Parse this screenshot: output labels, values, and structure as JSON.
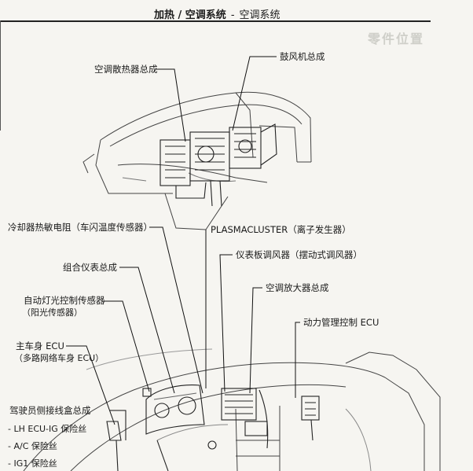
{
  "header": {
    "title": "加热 / 空调系统",
    "separator": "-",
    "subtitle": "空调系统"
  },
  "bleed_through": {
    "title": "零件位置"
  },
  "labels": {
    "evaporator": "空调散热器总成",
    "blower": "鼓风机总成",
    "cooler_thermistor": "冷却器热敏电阻（车闪温度传感器）",
    "plasmacluster": "PLASMACLUSTER（离子发生器）",
    "instrument_register": "仪表板调风器（摆动式调风器）",
    "combination_meter": "组合仪表总成",
    "ac_amplifier": "空调放大器总成",
    "auto_light_sensor": "自动灯光控制传感器",
    "solar_sensor": "（阳光传感器）",
    "power_mgmt_ecu": "动力管理控制 ECU",
    "main_body_ecu": "主车身 ECU",
    "multiplex_body_ecu": "（多路网络车身 ECU）",
    "driver_junction_block": "驾驶员侧接线盒总成",
    "fuse_lh_ecu": "- LH ECU-IG 保险丝",
    "fuse_ac": "- A/C 保险丝",
    "fuse_ig1": "- IG1 保险丝"
  }
}
